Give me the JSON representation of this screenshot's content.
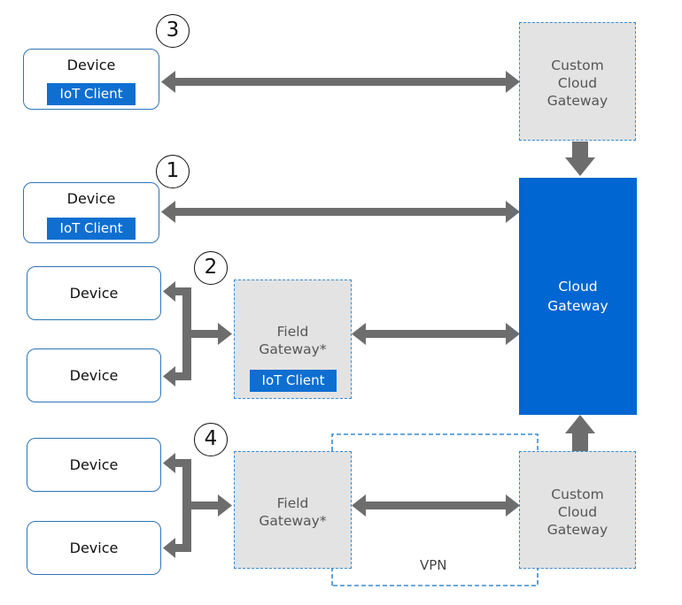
{
  "labels": {
    "device": "Device",
    "iot_client": "IoT Client",
    "custom_cloud_gateway": [
      "Custom",
      "Cloud",
      "Gateway"
    ],
    "cloud_gateway": [
      "Cloud",
      "Gateway"
    ],
    "field_gateway": [
      "Field",
      "Gateway*"
    ],
    "vpn": "VPN"
  },
  "badges": [
    "3",
    "1",
    "2",
    "4"
  ],
  "colors": {
    "arrow": "#6d6d6d",
    "cloud_gateway": "#0066d1",
    "iot_client": "#0e6fd1",
    "device_border": "#2e75b6",
    "dashed_border": "#3a8bd0",
    "gateway_fill": "#e3e3e3"
  }
}
